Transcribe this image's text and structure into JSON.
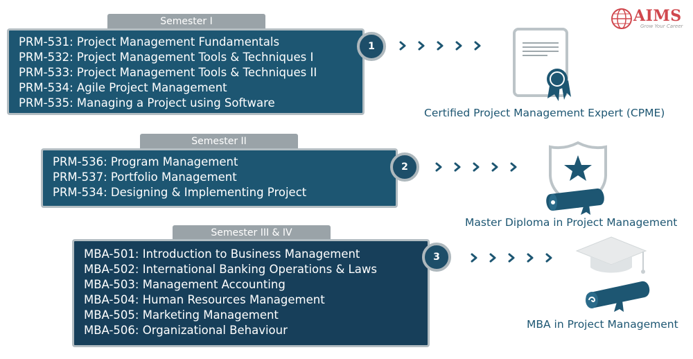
{
  "logo": {
    "name": "AIMS",
    "tagline": "Grow Your Career"
  },
  "colors": {
    "box": "#1d5672",
    "box_dark": "#173f5a",
    "tab": "#9aa3a8",
    "accent_text": "#1d5672",
    "logo_red": "#d0474d"
  },
  "stages": [
    {
      "tab": "Semester I",
      "step": "1",
      "courses": [
        "PRM-531: Project Management Fundamentals",
        "PRM-532: Project Management Tools & Techniques I",
        "PRM-533: Project Management Tools & Techniques II",
        "PRM-534: Agile Project Management",
        "PRM-535: Managing a Project using Software"
      ],
      "outcome": "Certified Project Management Expert (CPME)",
      "icon": "certificate-icon"
    },
    {
      "tab": "Semester II",
      "step": "2",
      "courses": [
        "PRM-536: Program Management",
        "PRM-537: Portfolio Management",
        "PRM-534: Designing & Implementing Project"
      ],
      "outcome": "Master Diploma in Project Management",
      "icon": "shield-diploma-icon"
    },
    {
      "tab": "Semester III & IV",
      "step": "3",
      "courses": [
        "MBA-501: Introduction to Business Management",
        "MBA-502: International Banking Operations & Laws",
        "MBA-503: Management Accounting",
        "MBA-504: Human Resources Management",
        "MBA-505: Marketing Management",
        "MBA-506: Organizational Behaviour"
      ],
      "outcome": "MBA in Project Management",
      "icon": "graduation-cap-icon"
    }
  ]
}
